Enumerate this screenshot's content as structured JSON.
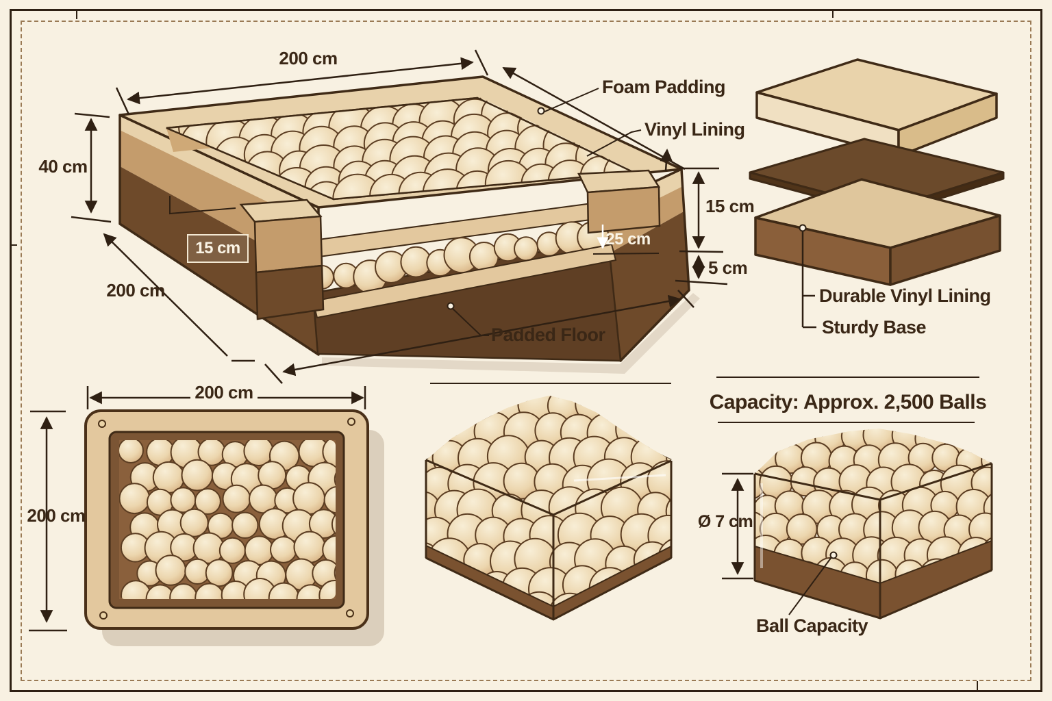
{
  "palette": {
    "background": "#f8f1e2",
    "ink": "#3a2716",
    "rim_beige": "#e8d2ab",
    "wall_tan": "#c9a06b",
    "wall_brown": "#6e4a2a",
    "dark_brown": "#5a3c22",
    "ball_beige": "#ecd6ae"
  },
  "pit_3d": {
    "width_label": "200 cm",
    "height_label": "40 cm",
    "depth_label": "200 cm",
    "wall_thickness_label": "15 cm",
    "ball_depth_label": "25 cm",
    "upper_wall_label": "15 cm",
    "base_label": "5 cm",
    "callouts": {
      "foam_padding": "Foam Padding",
      "vinyl_lining": "Vinyl Lining",
      "padded_floor": "Padded Floor"
    }
  },
  "layers_diagram": {
    "vinyl_label": "Durable Vinyl Lining",
    "base_label": "Sturdy Base"
  },
  "top_view": {
    "width_label": "200 cm",
    "depth_label": "200 cm"
  },
  "capacity_note": {
    "text": "Capacity: Approx. 2,500 Balls"
  },
  "ball_spec": {
    "diameter_label": "Ø 7 cm",
    "capacity_label": "Ball Capacity"
  }
}
